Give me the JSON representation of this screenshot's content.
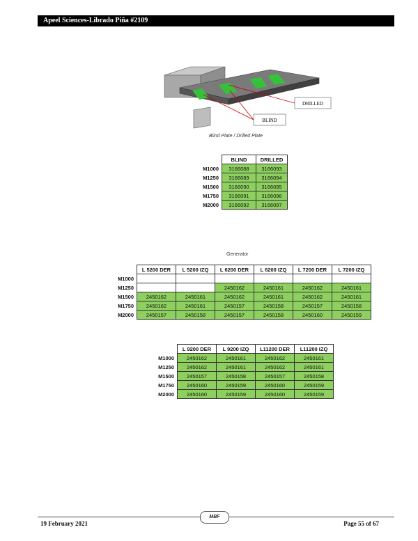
{
  "header": {
    "title": "Apeel Sciences-Librado Piña #2109"
  },
  "figure": {
    "callouts": {
      "drilled": "DRILLED",
      "blind": "BLIND"
    },
    "caption": "Blind Plate / Drilled Plate",
    "stripe_color": "#35c23a"
  },
  "plate_table": {
    "columns": [
      "BLIND",
      "DRILLED"
    ],
    "rows": [
      {
        "label": "M1000",
        "values": [
          "3166088",
          "3166093"
        ]
      },
      {
        "label": "M1250",
        "values": [
          "3166089",
          "3166094"
        ]
      },
      {
        "label": "M1500",
        "values": [
          "3166090",
          "3166095"
        ]
      },
      {
        "label": "M1750",
        "values": [
          "3166091",
          "3166096"
        ]
      },
      {
        "label": "M2000",
        "values": [
          "3166092",
          "3166097"
        ]
      }
    ]
  },
  "generator_table": {
    "title": "Generator",
    "columns": [
      "L 5200 DER",
      "L 5200 IZQ",
      "L 6200 DER",
      "L 6200 IZQ",
      "L 7200 DER",
      "L 7200 IZQ"
    ],
    "rows": [
      {
        "label": "M1000",
        "values": [
          "",
          "",
          "",
          "",
          "",
          ""
        ]
      },
      {
        "label": "M1250",
        "values": [
          "",
          "",
          "2450162",
          "2450161",
          "2450162",
          "2450161"
        ]
      },
      {
        "label": "M1500",
        "values": [
          "2450162",
          "2450161",
          "2450162",
          "2450161",
          "2450162",
          "2450161"
        ]
      },
      {
        "label": "M1750",
        "values": [
          "2450162",
          "2450161",
          "2450157",
          "2450158",
          "2450157",
          "2450158"
        ]
      },
      {
        "label": "M2000",
        "values": [
          "2450157",
          "2450158",
          "2450157",
          "2450158",
          "2450160",
          "2450159"
        ]
      }
    ]
  },
  "large_table": {
    "columns": [
      "L 9200 DER",
      "L 9200 IZQ",
      "L11200 DER",
      "L11200 IZQ"
    ],
    "rows": [
      {
        "label": "M1000",
        "values": [
          "2450162",
          "2450161",
          "2450162",
          "2450161"
        ]
      },
      {
        "label": "M1250",
        "values": [
          "2450162",
          "2450161",
          "2450162",
          "2450161"
        ]
      },
      {
        "label": "M1500",
        "values": [
          "2450157",
          "2450158",
          "2450157",
          "2450158"
        ]
      },
      {
        "label": "M1750",
        "values": [
          "2450160",
          "2450159",
          "2450160",
          "2450159"
        ]
      },
      {
        "label": "M2000",
        "values": [
          "2450160",
          "2450159",
          "2450160",
          "2450159"
        ]
      }
    ]
  },
  "footer": {
    "date": "19 February 2021",
    "page": "Page 55 of 67",
    "logo": "MBF"
  },
  "colors": {
    "cell_fill": "#8ed05f",
    "header_bar": "#000000"
  }
}
